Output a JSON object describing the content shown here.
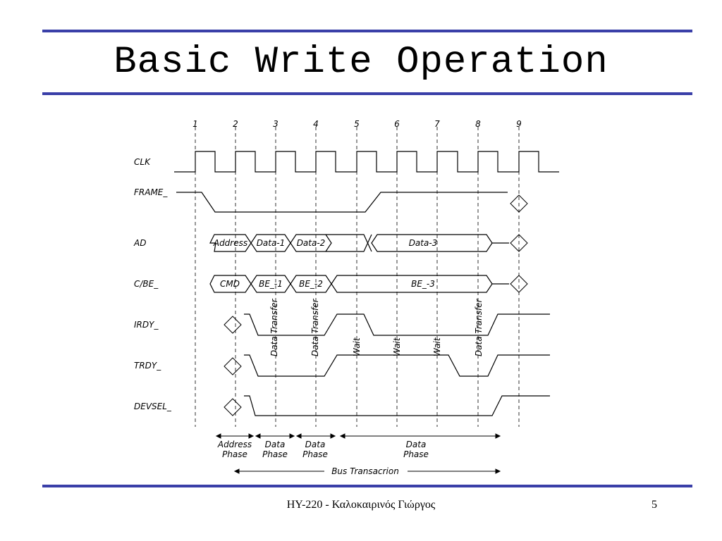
{
  "slide": {
    "title": "Basic Write Operation",
    "footer_text": "HY-220 - Καλοκαιρινός Γιώργος",
    "page_number": "5",
    "accent_color": "#3a3fa8"
  },
  "diagram": {
    "clock_numbers": [
      "1",
      "2",
      "3",
      "4",
      "5",
      "6",
      "7",
      "8",
      "9"
    ],
    "signals": [
      "CLK",
      "FRAME_",
      "AD",
      "C/BE_",
      "IRDY_",
      "TRDY_",
      "DEVSEL_"
    ],
    "ad_segments": [
      "Address",
      "Data-1",
      "Data-2",
      "Data-3"
    ],
    "cbe_segments": [
      "CMD",
      "BE_-1",
      "BE_-2",
      "BE_-3"
    ],
    "vertical_annotations": [
      "Data Transfer",
      "Data Transfer",
      "Wait",
      "Wait",
      "Wait",
      "Data Transfer"
    ],
    "phases": [
      {
        "line1": "Address",
        "line2": "Phase"
      },
      {
        "line1": "Data",
        "line2": "Phase"
      },
      {
        "line1": "Data",
        "line2": "Phase"
      },
      {
        "line1": "Data",
        "line2": "Phase"
      }
    ],
    "bus_transaction": "Bus Transacrion"
  }
}
